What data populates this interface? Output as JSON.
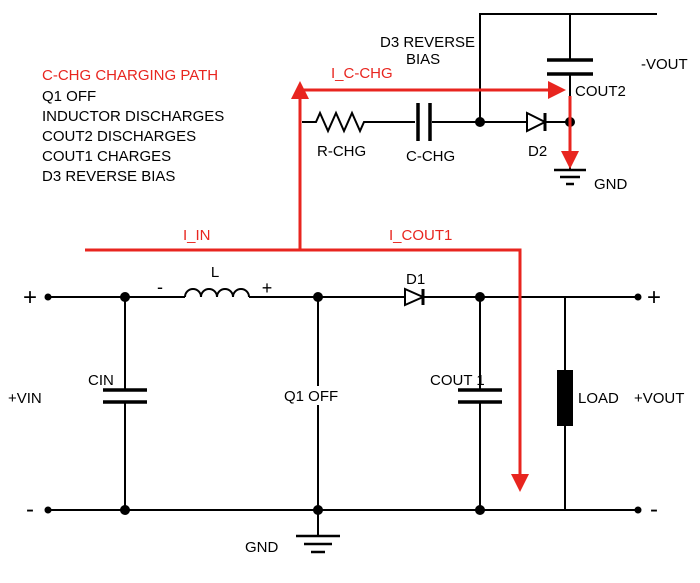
{
  "colors": {
    "wire": "#000000",
    "highlight_path": "#e8251f",
    "background": "#ffffff"
  },
  "legend": {
    "heading": "C-CHG CHARGING PATH",
    "notes": [
      "Q1 OFF",
      "INDUCTOR DISCHARGES",
      "COUT2 DISCHARGES",
      "COUT1 CHARGES",
      "D3 REVERSE BIAS"
    ]
  },
  "current_labels": {
    "c_chg": "I_C-CHG",
    "in": "I_IN",
    "cout1": "I_COUT1"
  },
  "component_labels": {
    "d3_note_line1": "D3 REVERSE",
    "d3_note_line2": "BIAS",
    "cout2": "COUT2",
    "r_chg": "R-CHG",
    "c_chg": "C-CHG",
    "d2": "D2",
    "gnd_top": "GND",
    "inductor": "L",
    "d1": "D1",
    "cin": "CIN",
    "cout1": "COUT 1",
    "load": "LOAD",
    "q1_state": "Q1 OFF",
    "gnd_bottom": "GND"
  },
  "terminals": {
    "vout_neg": "-VOUT",
    "vin_pos": "+VIN",
    "vout_pos": "+VOUT",
    "plus": "+",
    "minus": "-",
    "inductor_minus": "-",
    "inductor_plus": "+"
  }
}
